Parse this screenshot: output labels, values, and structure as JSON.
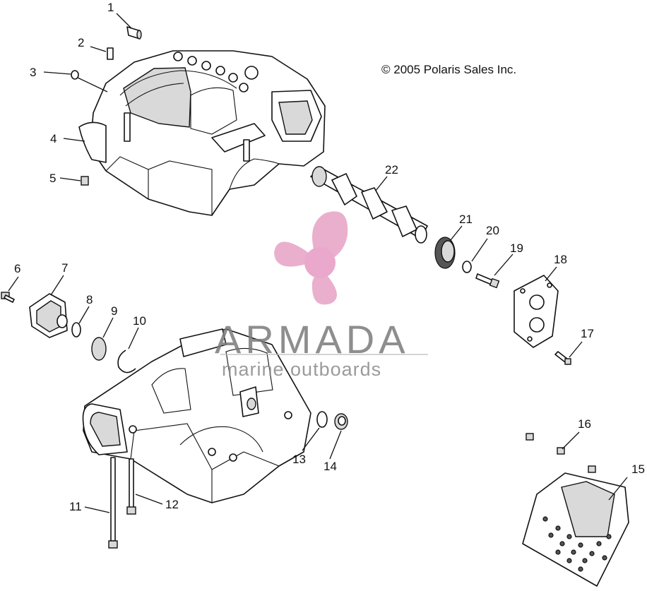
{
  "copyright": "© 2005 Polaris Sales Inc.",
  "watermark": {
    "brand": "ARMADA",
    "tagline": "marine outboards",
    "logo_icon": "propeller-logo-icon",
    "logo_color": "#e8a6c8",
    "hub_color": "#e9a8cc"
  },
  "callouts": [
    "1",
    "2",
    "3",
    "4",
    "5",
    "6",
    "7",
    "8",
    "9",
    "10",
    "11",
    "12",
    "13",
    "14",
    "15",
    "16",
    "17",
    "18",
    "19",
    "20",
    "21",
    "22"
  ]
}
